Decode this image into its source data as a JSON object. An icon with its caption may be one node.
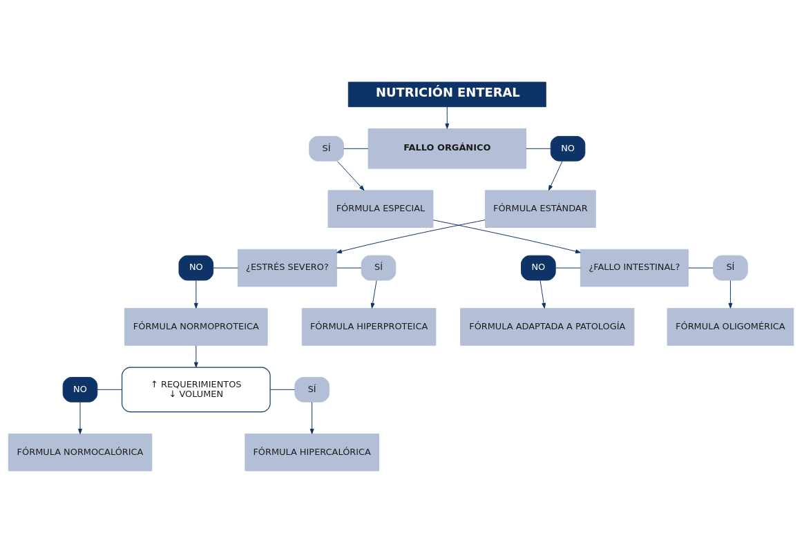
{
  "diagram": {
    "nodes": [
      {
        "text": [
          "NUTRICIÓN ENTERAL"
        ]
      },
      {
        "text": [
          "FALLO ORGÁNICO"
        ]
      },
      {
        "text": [
          "SÍ"
        ]
      },
      {
        "text": [
          "NO"
        ]
      },
      {
        "text": [
          "FÓRMULA ESPECIAL"
        ]
      },
      {
        "text": [
          "FÓRMULA ESTÁNDAR"
        ]
      },
      {
        "text": [
          "¿FALLO INTESTINAL?"
        ]
      },
      {
        "text": [
          "NO"
        ]
      },
      {
        "text": [
          "SÍ"
        ]
      },
      {
        "text": [
          "FÓRMULA ADAPTADA A PATOLOGÍA"
        ]
      },
      {
        "text": [
          "FÓRMULA OLIGOMÉRICA"
        ]
      },
      {
        "text": [
          "¿ESTRÉS SEVERO?"
        ]
      },
      {
        "text": [
          "NO"
        ]
      },
      {
        "text": [
          "SÍ"
        ]
      },
      {
        "text": [
          "FÓRMULA NORMOPROTEICA"
        ]
      },
      {
        "text": [
          "FÓRMULA HIPERPROTEICA"
        ]
      },
      {
        "text": [
          "↑ REQUERIMIENTOS",
          "↓ VOLUMEN"
        ]
      },
      {
        "text": [
          "NO"
        ]
      },
      {
        "text": [
          "SÍ"
        ]
      },
      {
        "text": [
          "FÓRMULA NORMOCALÓRICA"
        ]
      },
      {
        "text": [
          "FÓRMULA HIPERCALÓRICA"
        ]
      }
    ],
    "edges": [
      {
        "from": 0,
        "to": 1,
        "arrow": "to"
      },
      {
        "from": 1,
        "to": 2,
        "arrow": "none"
      },
      {
        "from": 1,
        "to": 3,
        "arrow": "none"
      },
      {
        "from": 2,
        "to": 4,
        "arrow": "to"
      },
      {
        "from": 3,
        "to": 5,
        "arrow": "to"
      },
      {
        "from": 4,
        "to": 6,
        "arrow": "to"
      },
      {
        "from": 6,
        "to": 7,
        "arrow": "none"
      },
      {
        "from": 6,
        "to": 8,
        "arrow": "none"
      },
      {
        "from": 7,
        "to": 9,
        "arrow": "to"
      },
      {
        "from": 8,
        "to": 10,
        "arrow": "to"
      },
      {
        "from": 5,
        "to": 11,
        "arrow": "to"
      },
      {
        "from": 11,
        "to": 12,
        "arrow": "none"
      },
      {
        "from": 11,
        "to": 13,
        "arrow": "none"
      },
      {
        "from": 12,
        "to": 14,
        "arrow": "to"
      },
      {
        "from": 13,
        "to": 15,
        "arrow": "to"
      },
      {
        "from": 14,
        "to": 16,
        "arrow": "to"
      },
      {
        "from": 16,
        "to": 17,
        "arrow": "none"
      },
      {
        "from": 16,
        "to": 18,
        "arrow": "none"
      },
      {
        "from": 17,
        "to": 19,
        "arrow": "to"
      },
      {
        "from": 18,
        "to": 20,
        "arrow": "to"
      }
    ]
  }
}
